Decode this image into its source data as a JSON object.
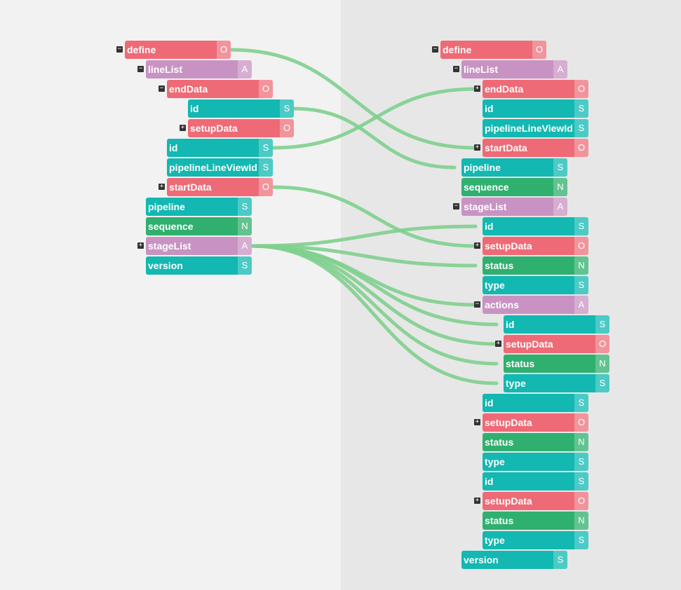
{
  "source": [
    {
      "id": "define",
      "label": "define",
      "type": "O",
      "toggle": "−"
    },
    {
      "id": "lineList",
      "label": "lineList",
      "type": "A",
      "toggle": "−"
    },
    {
      "id": "endData",
      "label": "endData",
      "type": "O",
      "toggle": "−"
    },
    {
      "id": "endData-id",
      "label": "id",
      "type": "S",
      "toggle": ""
    },
    {
      "id": "endData-setupData",
      "label": "setupData",
      "type": "O",
      "toggle": "+"
    },
    {
      "id": "lineList-id",
      "label": "id",
      "type": "S",
      "toggle": ""
    },
    {
      "id": "pipelineLineViewId",
      "label": "pipelineLineViewId",
      "type": "S",
      "toggle": ""
    },
    {
      "id": "startData",
      "label": "startData",
      "type": "O",
      "toggle": "+"
    },
    {
      "id": "pipeline",
      "label": "pipeline",
      "type": "S",
      "toggle": ""
    },
    {
      "id": "sequence",
      "label": "sequence",
      "type": "N",
      "toggle": ""
    },
    {
      "id": "stageList",
      "label": "stageList",
      "type": "A",
      "toggle": "+"
    },
    {
      "id": "version",
      "label": "version",
      "type": "S",
      "toggle": ""
    }
  ],
  "target": [
    {
      "id": "define",
      "label": "define",
      "type": "O",
      "toggle": "−"
    },
    {
      "id": "lineList",
      "label": "lineList",
      "type": "A",
      "toggle": "−"
    },
    {
      "id": "endData",
      "label": "endData",
      "type": "O",
      "toggle": "+"
    },
    {
      "id": "lineList-id",
      "label": "id",
      "type": "S",
      "toggle": ""
    },
    {
      "id": "pipelineLineViewId",
      "label": "pipelineLineViewId",
      "type": "S",
      "toggle": ""
    },
    {
      "id": "startData",
      "label": "startData",
      "type": "O",
      "toggle": "+"
    },
    {
      "id": "pipeline",
      "label": "pipeline",
      "type": "S",
      "toggle": ""
    },
    {
      "id": "sequence",
      "label": "sequence",
      "type": "N",
      "toggle": ""
    },
    {
      "id": "stageList",
      "label": "stageList",
      "type": "A",
      "toggle": "−"
    },
    {
      "id": "stage-id",
      "label": "id",
      "type": "S",
      "toggle": ""
    },
    {
      "id": "stage-setupData",
      "label": "setupData",
      "type": "O",
      "toggle": "+"
    },
    {
      "id": "stage-status",
      "label": "status",
      "type": "N",
      "toggle": ""
    },
    {
      "id": "stage-type",
      "label": "type",
      "type": "S",
      "toggle": ""
    },
    {
      "id": "actions",
      "label": "actions",
      "type": "A",
      "toggle": "−"
    },
    {
      "id": "action-id",
      "label": "id",
      "type": "S",
      "toggle": ""
    },
    {
      "id": "action-setupData",
      "label": "setupData",
      "type": "O",
      "toggle": "+"
    },
    {
      "id": "action-status",
      "label": "status",
      "type": "N",
      "toggle": ""
    },
    {
      "id": "action-type",
      "label": "type",
      "type": "S",
      "toggle": ""
    },
    {
      "id": "r19-id",
      "label": "id",
      "type": "S",
      "toggle": ""
    },
    {
      "id": "r20-setupData",
      "label": "setupData",
      "type": "O",
      "toggle": "+"
    },
    {
      "id": "r21-status",
      "label": "status",
      "type": "N",
      "toggle": ""
    },
    {
      "id": "r22-type",
      "label": "type",
      "type": "S",
      "toggle": ""
    },
    {
      "id": "r23-id",
      "label": "id",
      "type": "S",
      "toggle": ""
    },
    {
      "id": "r24-setupData",
      "label": "setupData",
      "type": "O",
      "toggle": "+"
    },
    {
      "id": "r25-status",
      "label": "status",
      "type": "N",
      "toggle": ""
    },
    {
      "id": "r26-type",
      "label": "type",
      "type": "S",
      "toggle": ""
    },
    {
      "id": "version",
      "label": "version",
      "type": "S",
      "toggle": ""
    }
  ],
  "links": [
    [
      "define",
      "startData"
    ],
    [
      "endData-id",
      "pipeline"
    ],
    [
      "lineList-id",
      "endData"
    ],
    [
      "startData",
      "stage-setupData"
    ],
    [
      "stageList",
      "stage-id"
    ],
    [
      "stageList",
      "stage-status"
    ],
    [
      "stageList",
      "actions"
    ],
    [
      "stageList",
      "action-id"
    ],
    [
      "stageList",
      "action-setupData"
    ],
    [
      "stageList",
      "action-status"
    ],
    [
      "stageList",
      "action-type"
    ]
  ],
  "colors": {
    "O": "#ee6a76",
    "A": "#c893c3",
    "S": "#12b8b1",
    "N": "#2fb06f",
    "link": "#7fcf8e"
  }
}
